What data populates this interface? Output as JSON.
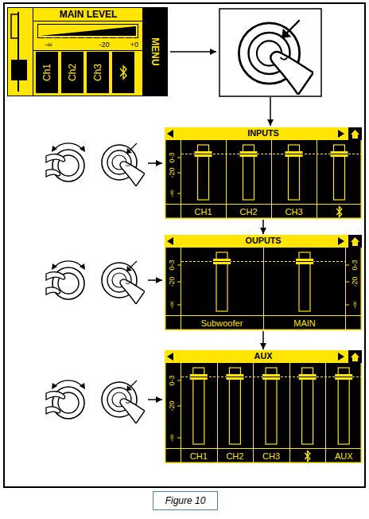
{
  "diagram": {
    "caption": "Figure 10",
    "nodes": [
      {
        "text": [
          "MAIN LEVEL"
        ]
      },
      {
        "text": [
          "Ch1"
        ],
        "in": 0
      },
      {
        "text": [
          "Ch2"
        ],
        "in": 0
      },
      {
        "text": [
          "Ch3"
        ],
        "in": 0
      },
      {
        "text": [
          "MENU"
        ],
        "in": 0
      },
      {
        "text": [
          "INPUTS"
        ]
      },
      {
        "text": [
          "OUPUTS"
        ]
      },
      {
        "text": [
          "AUX"
        ]
      }
    ],
    "edges": [
      {
        "from": 5,
        "to": 6,
        "arrow": "to"
      },
      {
        "from": 6,
        "to": 7,
        "arrow": "to"
      }
    ],
    "labels": [
      "-∞",
      "-20",
      "+0",
      "0-3",
      "-20",
      "-∞",
      "CH1",
      "CH2",
      "CH3",
      "0-3",
      "-20",
      "-∞",
      "0-3",
      "-20",
      "-∞",
      "Subwoofer",
      "MAIN",
      "0-3",
      "-20",
      "-∞",
      "CH1",
      "CH2",
      "CH3",
      "AUX"
    ]
  }
}
